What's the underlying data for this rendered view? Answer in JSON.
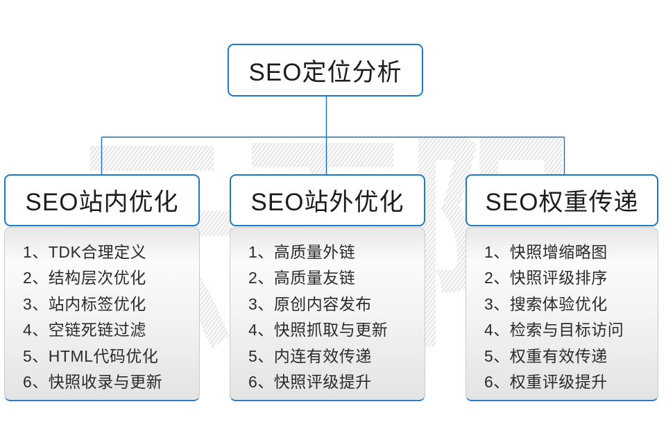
{
  "root": {
    "title": "SEO定位分析"
  },
  "branches": [
    {
      "title": "SEO站内优化",
      "items": [
        "1、TDK合理定义",
        "2、结构层次优化",
        "3、站内标签优化",
        "4、空链死链过滤",
        "5、HTML代码优化",
        "6、快照收录与更新"
      ]
    },
    {
      "title": "SEO站外优化",
      "items": [
        "1、高质量外链",
        "2、高质量友链",
        "3、原创内容发布",
        "4、快照抓取与更新",
        "5、内连有效传递",
        "6、快照评级提升"
      ]
    },
    {
      "title": "SEO权重传递",
      "items": [
        "1、快照增缩略图",
        "2、快照评级排序",
        "3、搜索体验优化",
        "4、检索与目标访问",
        "5、权重有效传递",
        "6、权重评级提升"
      ]
    }
  ],
  "watermark": {
    "text": "云无限"
  },
  "colors": {
    "box_border_blue": "#1b79c6",
    "connector_blue": "#0f70bf",
    "list_bottom_border": "#2a7ec6",
    "list_side_border": "#bfccd9",
    "text_black": "#1c1c1c",
    "watermark_gray": "#e7e7e7"
  }
}
